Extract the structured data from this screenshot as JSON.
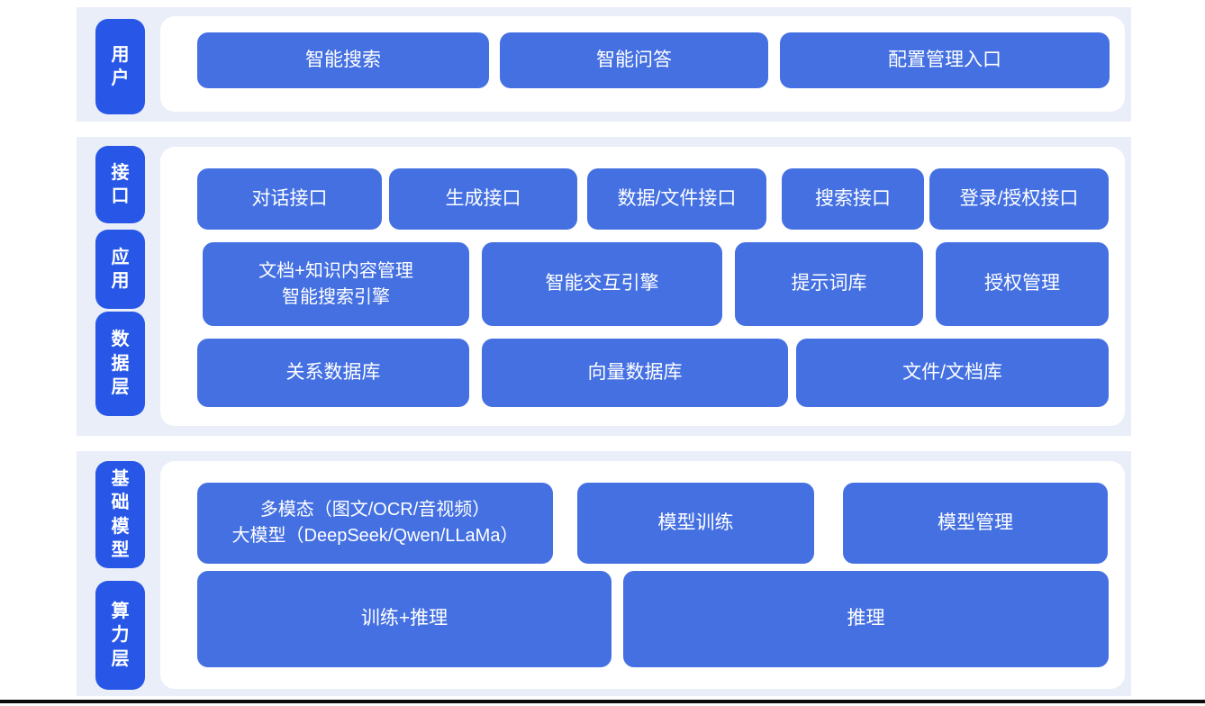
{
  "colors": {
    "tab_blue": "#2857e8",
    "box_blue": "#4470e2",
    "section_bg": "#e9eef8",
    "panel_bg": "#ffffff",
    "text_on_blue": "#ffffff"
  },
  "sections": [
    {
      "name": "user-layer",
      "tabs": [
        {
          "label": "用户"
        }
      ],
      "rows": [
        {
          "boxes": [
            {
              "label": "智能搜索"
            },
            {
              "label": "智能问答"
            },
            {
              "label": "配置管理入口"
            }
          ]
        }
      ]
    },
    {
      "name": "interface-application-data-layer",
      "tabs": [
        {
          "label": "接口"
        },
        {
          "label": "应用"
        },
        {
          "label": "数据层"
        }
      ],
      "rows": [
        {
          "boxes": [
            {
              "label": "对话接口"
            },
            {
              "label": "生成接口"
            },
            {
              "label": "数据/文件接口"
            },
            {
              "label": "搜索接口"
            },
            {
              "label": "登录/授权接口"
            }
          ]
        },
        {
          "boxes": [
            {
              "label": "文档+知识内容管理\n智能搜索引擎"
            },
            {
              "label": "智能交互引擎"
            },
            {
              "label": "提示词库"
            },
            {
              "label": "授权管理"
            }
          ]
        },
        {
          "boxes": [
            {
              "label": "关系数据库"
            },
            {
              "label": "向量数据库"
            },
            {
              "label": "文件/文档库"
            }
          ]
        }
      ]
    },
    {
      "name": "model-compute-layer",
      "tabs": [
        {
          "label": "基础模型"
        },
        {
          "label": "算力层"
        }
      ],
      "rows": [
        {
          "boxes": [
            {
              "label": "多模态（图文/OCR/音视频）\n大模型（DeepSeek/Qwen/LLaMa）"
            },
            {
              "label": "模型训练"
            },
            {
              "label": "模型管理"
            }
          ]
        },
        {
          "boxes": [
            {
              "label": "训练+推理"
            },
            {
              "label": "推理"
            }
          ]
        }
      ]
    }
  ]
}
